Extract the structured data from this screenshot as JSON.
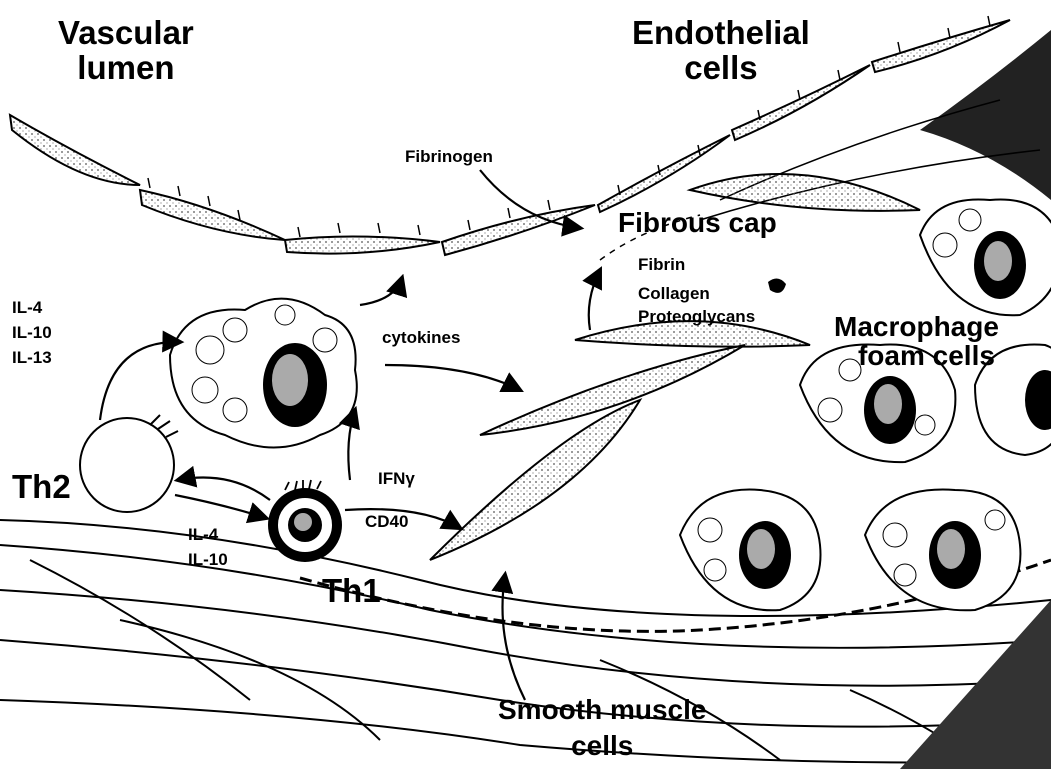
{
  "labels": {
    "vascular_lumen_1": "Vascular",
    "vascular_lumen_2": "lumen",
    "endothelial_1": "Endothelial",
    "endothelial_2": "cells",
    "fibrinogen": "Fibrinogen",
    "fibrous_cap": "Fibrous cap",
    "fibrin": "Fibrin",
    "collagen": "Collagen",
    "proteoglycans": "Proteoglycans",
    "macrophage_1": "Macrophage",
    "macrophage_2": "foam cells",
    "cytokines": "cytokines",
    "th2_cytokines": [
      "IL-4",
      "IL-10",
      "IL-13"
    ],
    "th2": "Th2",
    "th1_cytokines": [
      "IL-4",
      "IL-10"
    ],
    "ifn": "IFNγ",
    "cd40": "CD40",
    "th1": "Th1",
    "smooth_muscle_1": "Smooth muscle",
    "smooth_muscle_2": "cells"
  },
  "colors": {
    "ink": "#000000",
    "background": "#ffffff",
    "stipple": "#bdbdbd"
  }
}
